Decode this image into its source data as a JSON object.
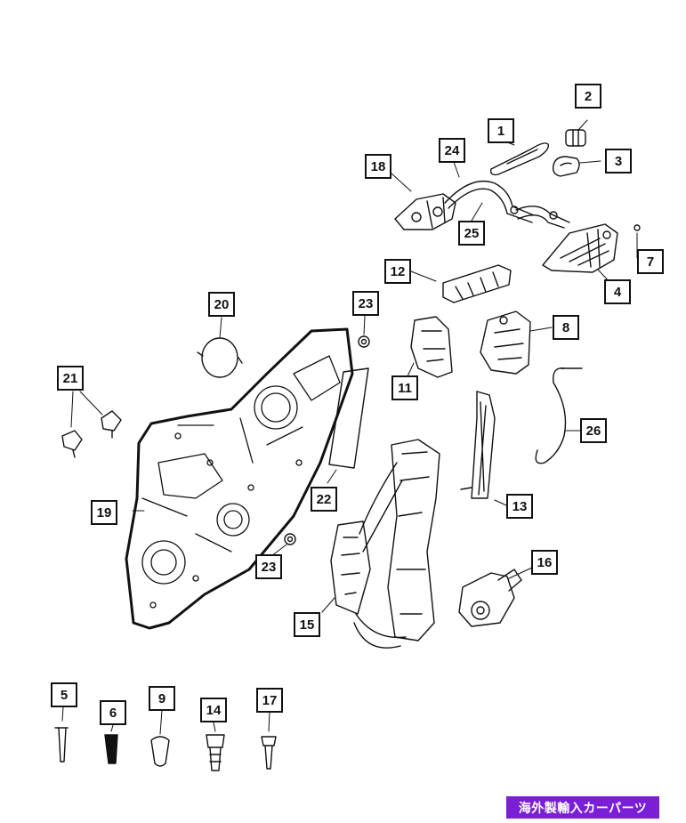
{
  "callouts": {
    "c1": "1",
    "c2": "2",
    "c3": "3",
    "c4": "4",
    "c5": "5",
    "c6": "6",
    "c7": "7",
    "c8": "8",
    "c9": "9",
    "c11": "11",
    "c12": "12",
    "c13": "13",
    "c14": "14",
    "c15": "15",
    "c16": "16",
    "c17": "17",
    "c18": "18",
    "c19": "19",
    "c20": "20",
    "c21": "21",
    "c22": "22",
    "c23a": "23",
    "c23b": "23",
    "c24": "24",
    "c25": "25",
    "c26": "26"
  },
  "badge": {
    "text": "海外製輸入カーパーツ",
    "color": "#7a1fd6"
  },
  "colors": {
    "line": "#111111",
    "background": "#ffffff"
  }
}
